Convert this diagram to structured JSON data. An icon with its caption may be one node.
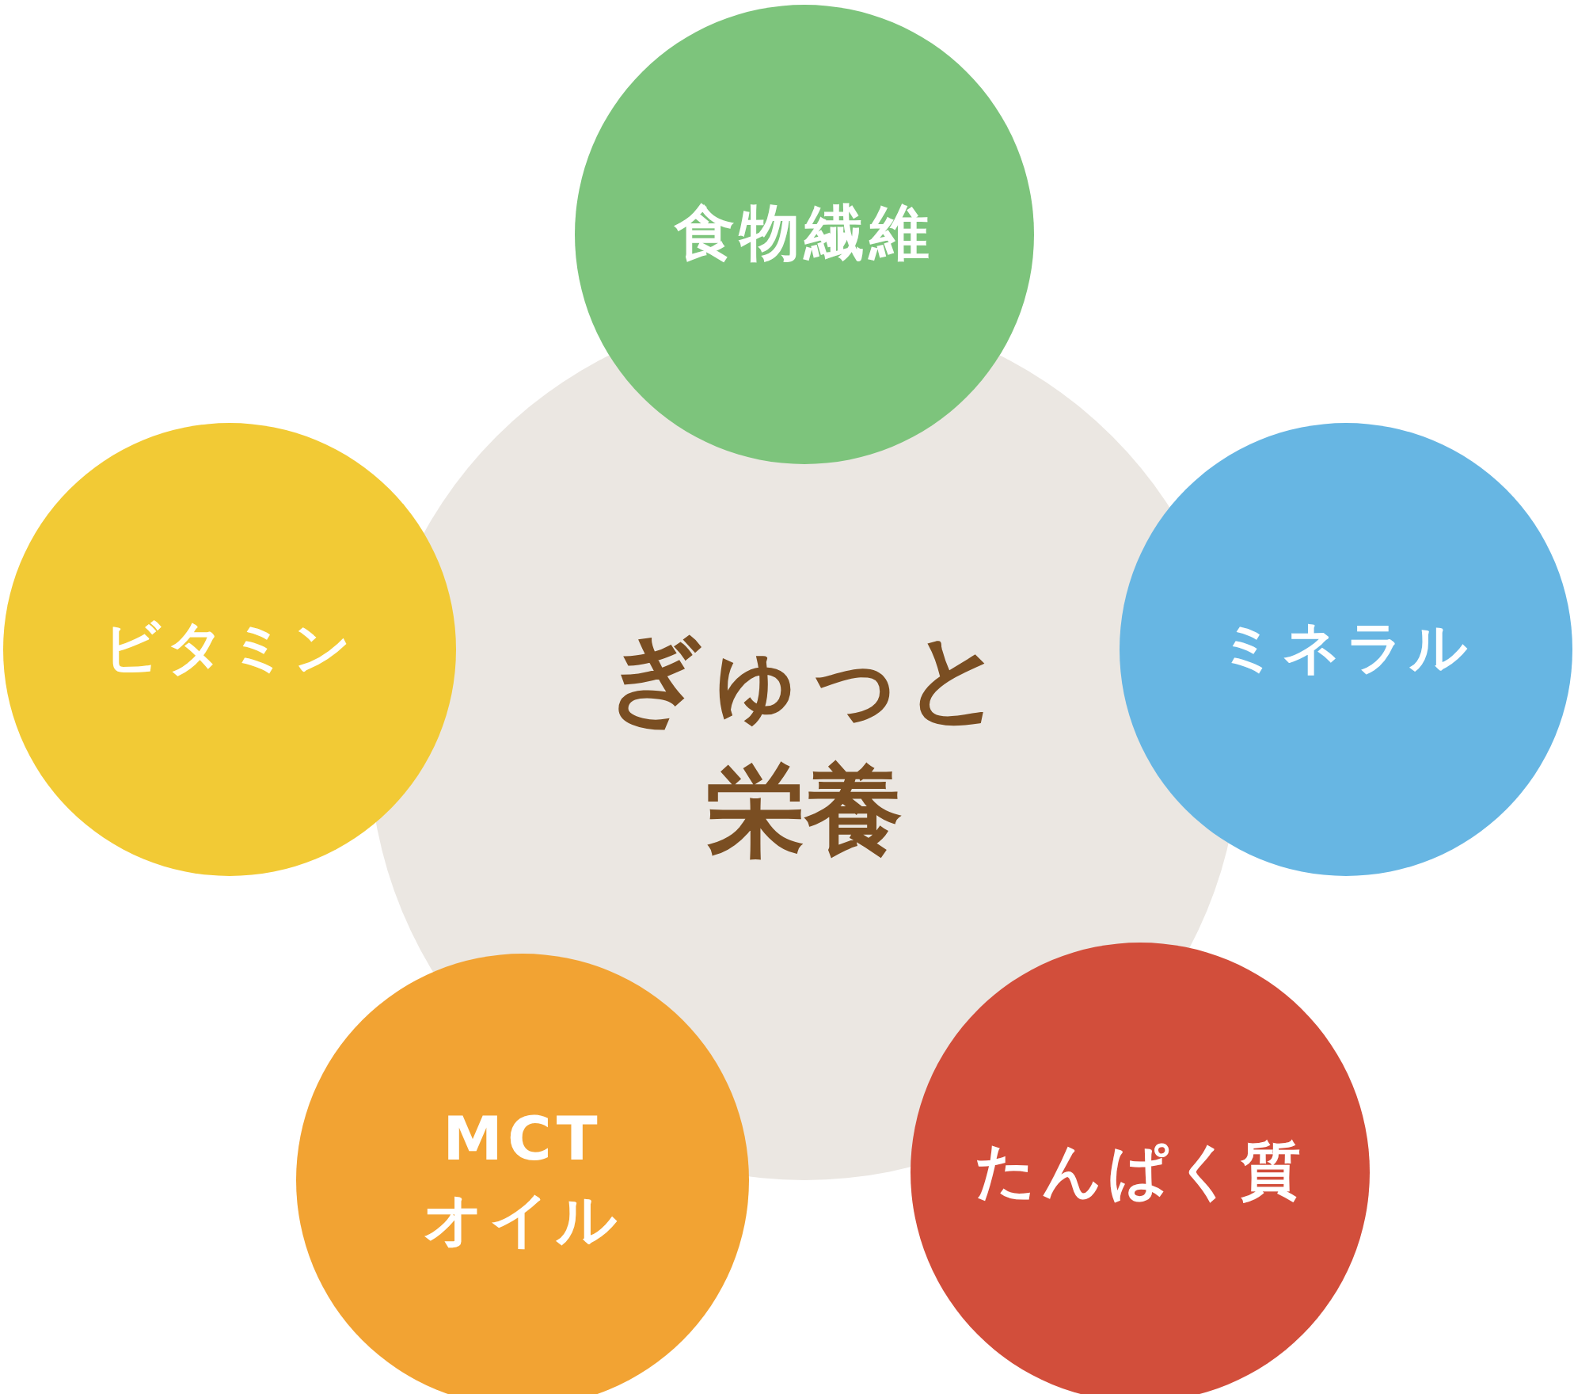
{
  "diagram": {
    "nodes": [
      {
        "text": [
          "食物繊維"
        ]
      },
      {
        "text": [
          "ビタミン"
        ]
      },
      {
        "text": [
          "ぎゅっと栄養"
        ]
      },
      {
        "text": [
          "ミネラル"
        ]
      },
      {
        "text": [
          "MCTオイル"
        ]
      },
      {
        "text": [
          "たんぱく質"
        ]
      }
    ]
  }
}
